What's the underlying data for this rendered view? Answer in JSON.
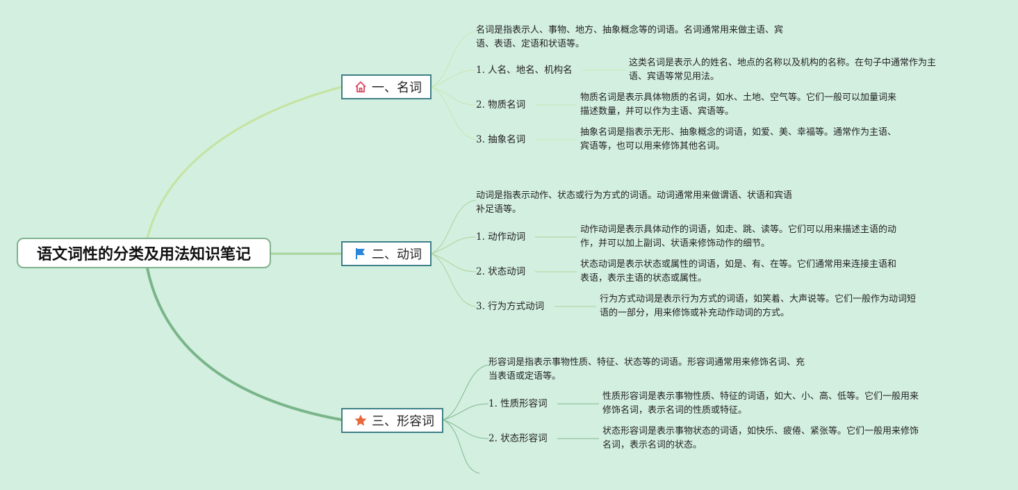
{
  "root": {
    "title": "语文词性的分类及用法知识笔记"
  },
  "branches": [
    {
      "label": "一、名词",
      "icon": "home-icon",
      "intro": [
        "名词是指表示人、事物、地方、抽象概念等的词语。名词通常用来做主语、宾",
        "语、表语、定语和状语等。"
      ],
      "items": [
        {
          "label": "1. 人名、地名、机构名",
          "desc": [
            "这类名词是表示人的姓名、地点的名称以及机构的名称。在句子中通常作为主",
            "语、宾语等常见用法。"
          ]
        },
        {
          "label": "2. 物质名词",
          "desc": [
            "物质名词是表示具体物质的名词，如水、土地、空气等。它们一般可以加量词来",
            "描述数量，并可以作为主语、宾语等。"
          ]
        },
        {
          "label": "3. 抽象名词",
          "desc": [
            "抽象名词是指表示无形、抽象概念的词语，如爱、美、幸福等。通常作为主语、",
            "宾语等，也可以用来修饰其他名词。"
          ]
        }
      ]
    },
    {
      "label": "二、动词",
      "icon": "flag-icon",
      "intro": [
        "动词是指表示动作、状态或行为方式的词语。动词通常用来做谓语、状语和宾语",
        "补足语等。"
      ],
      "items": [
        {
          "label": "1. 动作动词",
          "desc": [
            "动作动词是表示具体动作的词语，如走、跳、读等。它们可以用来描述主语的动",
            "作，并可以加上副词、状语来修饰动作的细节。"
          ]
        },
        {
          "label": "2. 状态动词",
          "desc": [
            "状态动词是表示状态或属性的词语，如是、有、在等。它们通常用来连接主语和",
            "表语，表示主语的状态或属性。"
          ]
        },
        {
          "label": "3. 行为方式动词",
          "desc": [
            "行为方式动词是表示行为方式的词语，如笑着、大声说等。它们一般作为动词短",
            "语的一部分，用来修饰或补充动作动词的方式。"
          ]
        }
      ]
    },
    {
      "label": "三、形容词",
      "icon": "star-icon",
      "intro": [
        "形容词是指表示事物性质、特征、状态等的词语。形容词通常用来修饰名词、充",
        "当表语或定语等。"
      ],
      "items": [
        {
          "label": "1. 性质形容词",
          "desc": [
            "性质形容词是表示事物性质、特征的词语，如大、小、高、低等。它们一般用来",
            "修饰名词，表示名词的性质或特征。"
          ]
        },
        {
          "label": "2. 状态形容词",
          "desc": [
            "状态形容词是表示事物状态的词语，如快乐、疲倦、紧张等。它们一般用来修饰",
            "名词，表示名词的状态。"
          ]
        }
      ]
    }
  ],
  "colors": {
    "background": "#d3efe0",
    "branch1_line": "#c5e3a0",
    "branch2_line": "#a7d49a",
    "branch3_line": "#7ab58a",
    "branch_border": "#3d7f86",
    "root_border": "#7fb08c",
    "home_icon": "#d9455f",
    "flag_icon": "#2b86d9",
    "star_icon": "#e8683a"
  }
}
